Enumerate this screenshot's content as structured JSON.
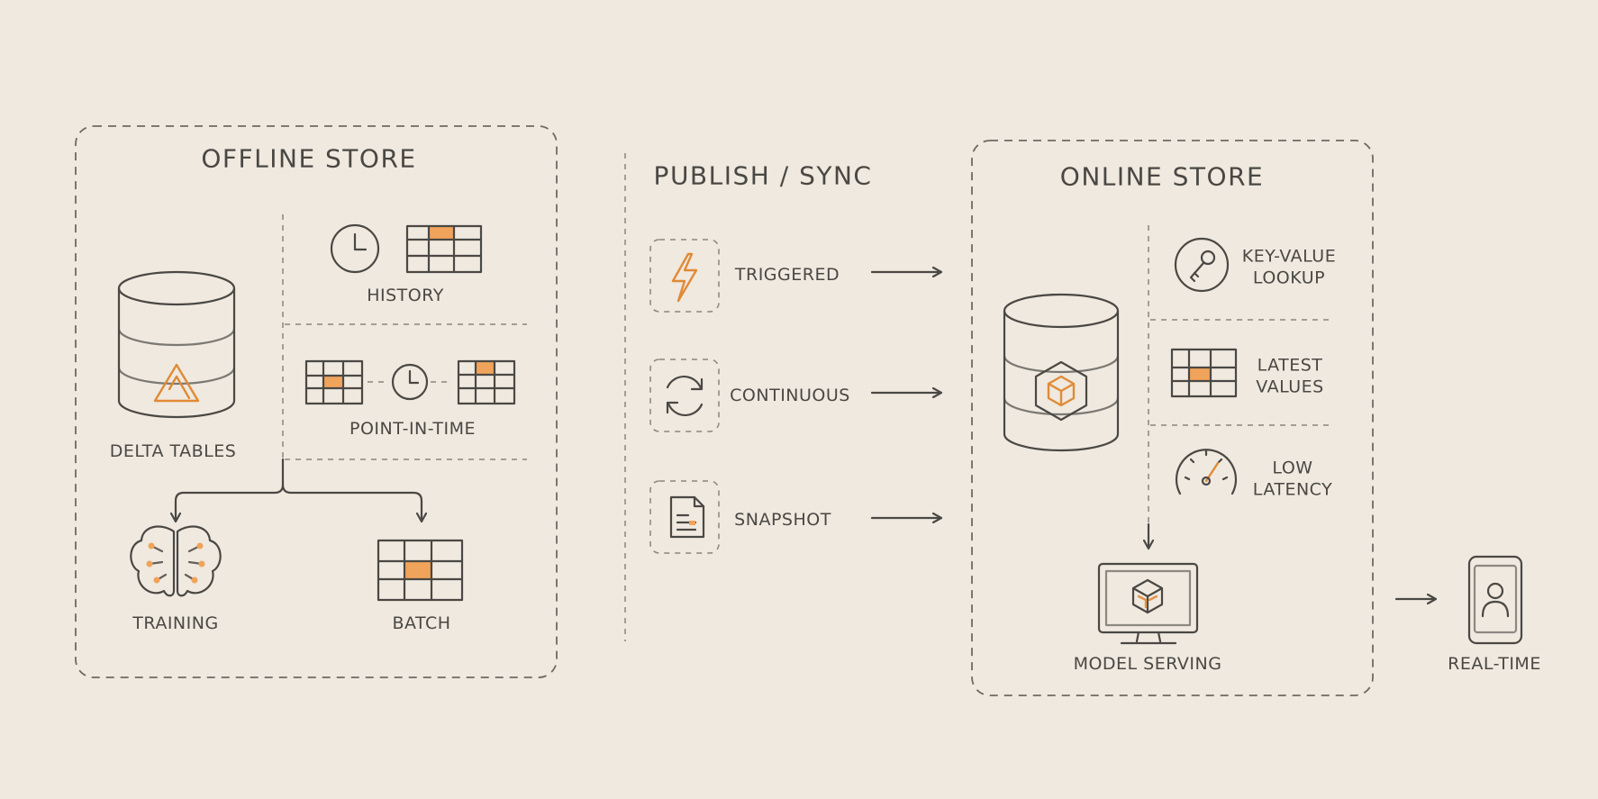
{
  "colors": {
    "background": "#efe9df",
    "ink": "#4a4844",
    "accent": "#f0a35a"
  },
  "offline_store": {
    "title": "OFFLINE STORE",
    "delta_tables": "DELTA TABLES",
    "history": "HISTORY",
    "point_in_time": "POINT-IN-TIME",
    "training": "TRAINING",
    "batch": "BATCH"
  },
  "publish_sync": {
    "title": "PUBLISH / SYNC",
    "modes": [
      {
        "label": "TRIGGERED",
        "icon": "lightning-icon"
      },
      {
        "label": "CONTINUOUS",
        "icon": "sync-icon"
      },
      {
        "label": "SNAPSHOT",
        "icon": "document-icon"
      }
    ]
  },
  "online_store": {
    "title": "ONLINE STORE",
    "key_value": [
      "KEY-VALUE",
      "LOOKUP"
    ],
    "latest_values": [
      "LATEST",
      "VALUES"
    ],
    "low_latency": [
      "LOW",
      "LATENCY"
    ],
    "model_serving": "MODEL SERVING"
  },
  "real_time": "REAL-TIME"
}
